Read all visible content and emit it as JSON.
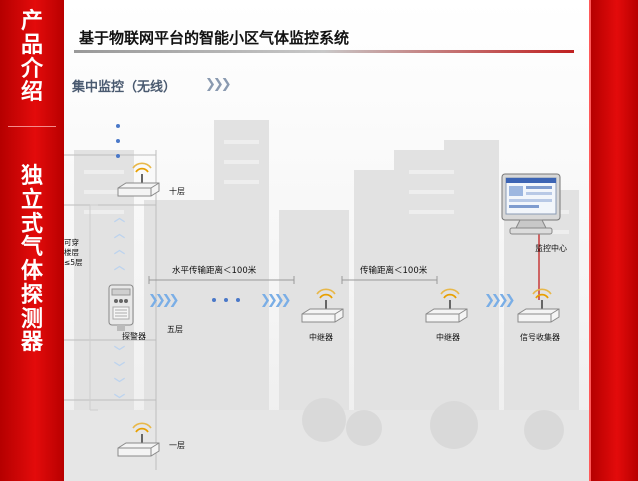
{
  "slide": {
    "title": "基于物联网平台的智能小区气体监控系统",
    "subtitle": "集中监控（无线）"
  },
  "sidebar": {
    "section_label": "产品介绍",
    "topic_label": "独立式气体探测器"
  },
  "diagram": {
    "floor_top": "十层",
    "floor_middle": "五层",
    "floor_bottom": "一层",
    "range_note": "可穿\n楼层\n≤5层",
    "detector": "探警器",
    "horizontal_distance": "水平传输距离＜100米",
    "relay_distance": "传输距离＜100米",
    "relay_1": "中继器",
    "relay_2": "中继器",
    "collector": "信号收集器",
    "monitor_center": "监控中心"
  },
  "colors": {
    "sidebar_red": "#d40000",
    "accent_blue": "#4a78c8",
    "arrow_blue": "#7aaee6",
    "link_red": "#c01010"
  }
}
